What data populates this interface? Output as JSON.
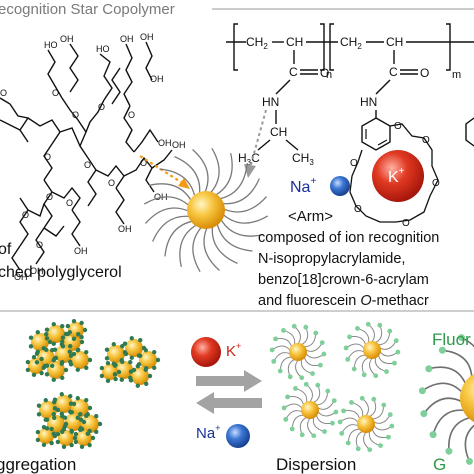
{
  "header": {
    "title": "ecognition Star Copolymer"
  },
  "formula": {
    "ch2": "CH",
    "sub2": "2",
    "ch": "CH",
    "n": "n",
    "m": "m",
    "c": "C",
    "o": "O",
    "n_atom": "N",
    "h": "H",
    "hn": "HN",
    "h3c": "H",
    "sub3": "3",
    "c_letter": "C",
    "ch3": "CH",
    "ring_o": "O"
  },
  "arm": {
    "na_label": "Na",
    "k_label": "K",
    "plus": "+",
    "arm_label": "<Arm>",
    "text_line1": "composed of  ion recognition",
    "text_line2": "N-isopropylacrylamide,",
    "text_line3": "benzo[18]crown-6-acrylam",
    "text_line4_pre": "and fluorescein ",
    "text_line4_italic": "O",
    "text_line4_post": "-methacr"
  },
  "core": {
    "line1": "of",
    "line2": "ched polyglycerol"
  },
  "bottom": {
    "aggregation": "ggregation",
    "dispersion": "Dispersion",
    "fluor_top": "Fluor",
    "fluor_bottom": "G",
    "k_label": "K",
    "na_label": "Na",
    "plus": "+"
  },
  "colors": {
    "core_gold": "#f5b31c",
    "k_red": "#d92b1f",
    "na_blue": "#2f68c6",
    "arrow_orange": "#f39c12",
    "fluor_green": "#3aa657",
    "bead_green": "#2f7a52",
    "light_green": "#7fcf9a"
  }
}
